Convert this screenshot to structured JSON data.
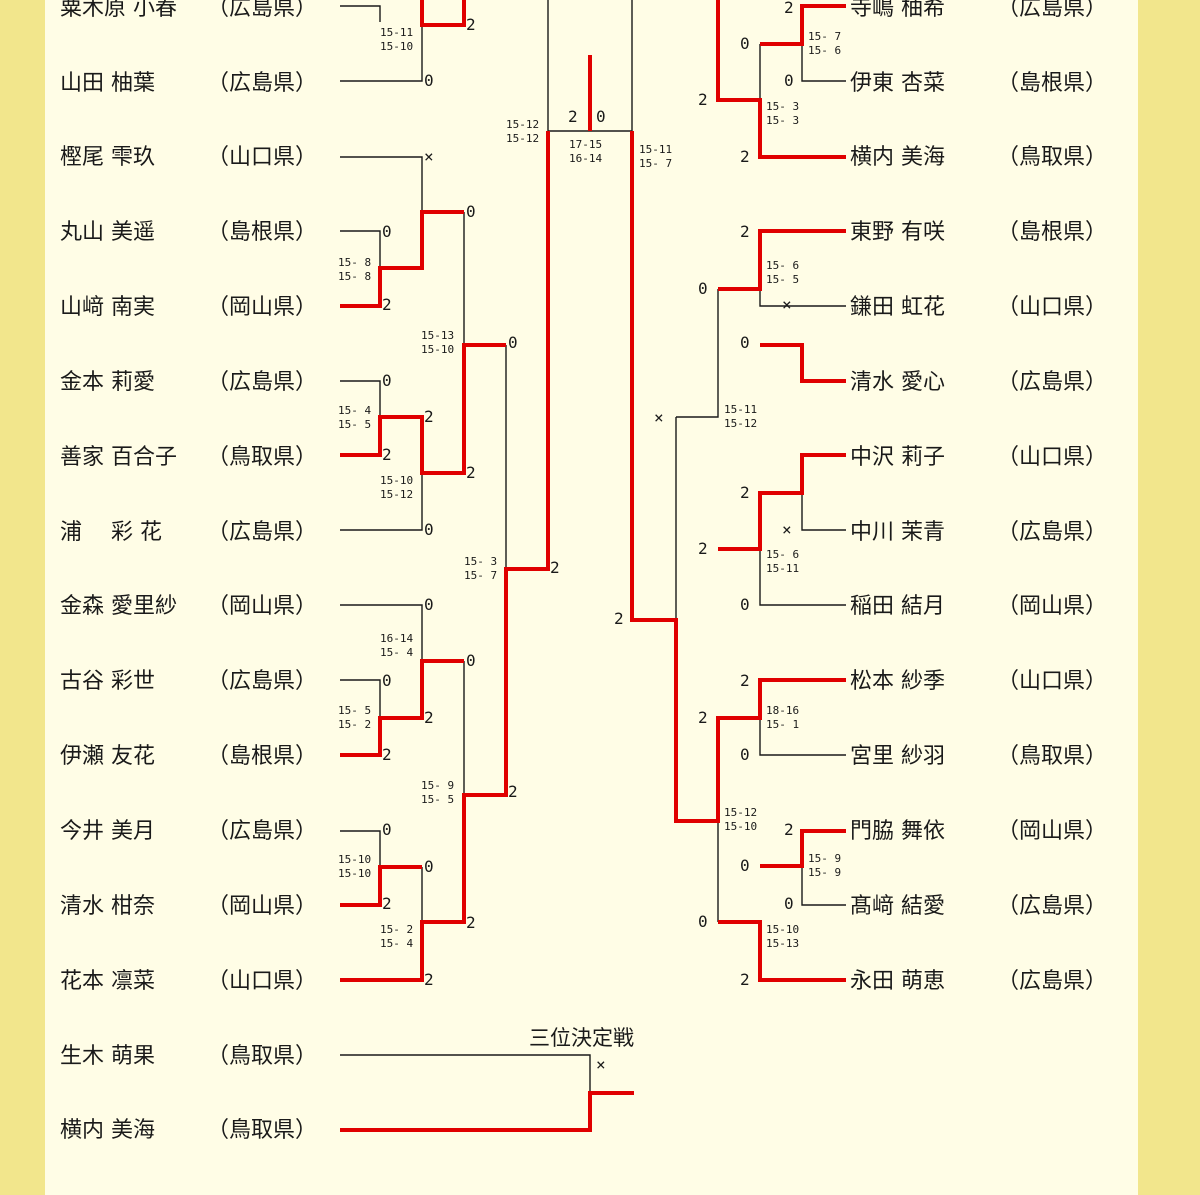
{
  "third_place_title": "三位決定戦",
  "left_players": [
    {
      "name": "粟木原 小春",
      "pref": "（広島県）"
    },
    {
      "name": "山田 柚葉",
      "pref": "（広島県）"
    },
    {
      "name": "樫尾 雫玖",
      "pref": "（山口県）"
    },
    {
      "name": "丸山 美遥",
      "pref": "（島根県）"
    },
    {
      "name": "山﨑 南実",
      "pref": "（岡山県）"
    },
    {
      "name": "金本 莉愛",
      "pref": "（広島県）"
    },
    {
      "name": "善家 百合子",
      "pref": "（鳥取県）"
    },
    {
      "name": "浦　 彩 花",
      "pref": "（広島県）"
    },
    {
      "name": "金森 愛里紗",
      "pref": "（岡山県）"
    },
    {
      "name": "古谷 彩世",
      "pref": "（広島県）"
    },
    {
      "name": "伊瀬 友花",
      "pref": "（島根県）"
    },
    {
      "name": "今井 美月",
      "pref": "（広島県）"
    },
    {
      "name": "清水 柑奈",
      "pref": "（岡山県）"
    },
    {
      "name": "花本 凛菜",
      "pref": "（山口県）"
    },
    {
      "name": "生木 萌果",
      "pref": "（鳥取県）"
    },
    {
      "name": "横内 美海",
      "pref": "（鳥取県）"
    }
  ],
  "right_players": [
    {
      "name": "寺嶋 柚希",
      "pref": "（広島県）"
    },
    {
      "name": "伊東 杏菜",
      "pref": "（島根県）"
    },
    {
      "name": "横内 美海",
      "pref": "（鳥取県）"
    },
    {
      "name": "東野 有咲",
      "pref": "（島根県）"
    },
    {
      "name": "鎌田 虹花",
      "pref": "（山口県）"
    },
    {
      "name": "清水 愛心",
      "pref": "（広島県）"
    },
    {
      "name": "中沢 莉子",
      "pref": "（山口県）"
    },
    {
      "name": "中川 茉青",
      "pref": "（広島県）"
    },
    {
      "name": "稲田 結月",
      "pref": "（岡山県）"
    },
    {
      "name": "松本 紗季",
      "pref": "（山口県）"
    },
    {
      "name": "宮里 紗羽",
      "pref": "（鳥取県）"
    },
    {
      "name": "門脇 舞依",
      "pref": "（岡山県）"
    },
    {
      "name": "髙﨑 結愛",
      "pref": "（広島県）"
    },
    {
      "name": "永田 萌恵",
      "pref": "（広島県）"
    }
  ],
  "set_marks": [
    {
      "id": "l-top-2",
      "text": "2"
    },
    {
      "id": "l-yamada-0",
      "text": "0"
    },
    {
      "id": "l-kashio-x",
      "text": "×"
    },
    {
      "id": "l-maruyama-0",
      "text": "0"
    },
    {
      "id": "l-yamasaki-2",
      "text": "2"
    },
    {
      "id": "l-r2a-0",
      "text": "0"
    },
    {
      "id": "l-kanamoto-0",
      "text": "0"
    },
    {
      "id": "l-zenke-2",
      "text": "2"
    },
    {
      "id": "l-r1b-2",
      "text": "2"
    },
    {
      "id": "l-r2b-2",
      "text": "2"
    },
    {
      "id": "l-ura-0",
      "text": "0"
    },
    {
      "id": "l-r3a-0",
      "text": "0"
    },
    {
      "id": "l-kanamori-0",
      "text": "0"
    },
    {
      "id": "l-furuya-0",
      "text": "0"
    },
    {
      "id": "l-r1c-2",
      "text": "2"
    },
    {
      "id": "l-r2c-0",
      "text": "0"
    },
    {
      "id": "l-ise-2",
      "text": "2"
    },
    {
      "id": "l-imai-0",
      "text": "0"
    },
    {
      "id": "l-shimizu-2",
      "text": "2"
    },
    {
      "id": "l-r1d-0",
      "text": "0"
    },
    {
      "id": "l-r2d-2",
      "text": "2"
    },
    {
      "id": "l-hanamoto-2",
      "text": "2"
    },
    {
      "id": "l-r3b-2",
      "text": "2"
    },
    {
      "id": "l-r4-2",
      "text": "2"
    },
    {
      "id": "f-left-2",
      "text": "2"
    },
    {
      "id": "f-right-0",
      "text": "0"
    },
    {
      "id": "r-terashima-2",
      "text": "2"
    },
    {
      "id": "r-r1a-0",
      "text": "0"
    },
    {
      "id": "r-ito-0",
      "text": "0"
    },
    {
      "id": "r-r2a-2",
      "text": "2"
    },
    {
      "id": "r-yokouchi-2",
      "text": "2"
    },
    {
      "id": "r-higashino-2",
      "text": "2"
    },
    {
      "id": "r-r1b-0",
      "text": "0"
    },
    {
      "id": "r-kamata-x",
      "text": "×"
    },
    {
      "id": "r-r1c-0",
      "text": "0"
    },
    {
      "id": "r-r3a-x",
      "text": "×"
    },
    {
      "id": "r-r1d-2",
      "text": "2"
    },
    {
      "id": "r-nakagawa-x",
      "text": "×"
    },
    {
      "id": "r-r2b-2",
      "text": "2"
    },
    {
      "id": "r-inada-0",
      "text": "0"
    },
    {
      "id": "r-r4-2",
      "text": "2"
    },
    {
      "id": "r-matsumoto-2",
      "text": "2"
    },
    {
      "id": "r-r2c-2",
      "text": "2"
    },
    {
      "id": "r-miyazato-0",
      "text": "0"
    },
    {
      "id": "r-kadowaki-2",
      "text": "2"
    },
    {
      "id": "r-r1e-0",
      "text": "0"
    },
    {
      "id": "r-takasaki-0",
      "text": "0"
    },
    {
      "id": "r-r2d-0",
      "text": "0"
    },
    {
      "id": "r-nagata-2",
      "text": "2"
    },
    {
      "id": "third-x",
      "text": "×"
    }
  ],
  "game_scores": [
    {
      "id": "g-l1",
      "lines": [
        "15-11",
        "15-10"
      ]
    },
    {
      "id": "g-l2",
      "lines": [
        "15- 8",
        "15- 8"
      ]
    },
    {
      "id": "g-l3",
      "lines": [
        "15-13",
        "15-10"
      ]
    },
    {
      "id": "g-l4",
      "lines": [
        "15- 4",
        "15- 5"
      ]
    },
    {
      "id": "g-l5",
      "lines": [
        "15-10",
        "15-12"
      ]
    },
    {
      "id": "g-l6",
      "lines": [
        "15- 3",
        "15- 7"
      ]
    },
    {
      "id": "g-l7",
      "lines": [
        "16-14",
        "15- 4"
      ]
    },
    {
      "id": "g-l8",
      "lines": [
        "15- 5",
        "15- 2"
      ]
    },
    {
      "id": "g-l9",
      "lines": [
        "15- 9",
        "15- 5"
      ]
    },
    {
      "id": "g-l10",
      "lines": [
        "15-10",
        "15-10"
      ]
    },
    {
      "id": "g-l11",
      "lines": [
        "15- 2",
        "15- 4"
      ]
    },
    {
      "id": "g-f1",
      "lines": [
        "15-12",
        "15-12"
      ]
    },
    {
      "id": "g-f2",
      "lines": [
        "17-15",
        "16-14"
      ]
    },
    {
      "id": "g-f3",
      "lines": [
        "15-11",
        "15- 7"
      ]
    },
    {
      "id": "g-r1",
      "lines": [
        "15- 7",
        "15- 6"
      ]
    },
    {
      "id": "g-r2",
      "lines": [
        "15- 3",
        "15- 3"
      ]
    },
    {
      "id": "g-r3",
      "lines": [
        "15- 6",
        "15- 5"
      ]
    },
    {
      "id": "g-r4",
      "lines": [
        "15-11",
        "15-12"
      ]
    },
    {
      "id": "g-r5",
      "lines": [
        "15- 6",
        "15-11"
      ]
    },
    {
      "id": "g-r6",
      "lines": [
        "18-16",
        "15- 1"
      ]
    },
    {
      "id": "g-r7",
      "lines": [
        "15-12",
        "15-10"
      ]
    },
    {
      "id": "g-r8",
      "lines": [
        "15- 9",
        "15- 9"
      ]
    },
    {
      "id": "g-r9",
      "lines": [
        "15-10",
        "15-13"
      ]
    }
  ]
}
